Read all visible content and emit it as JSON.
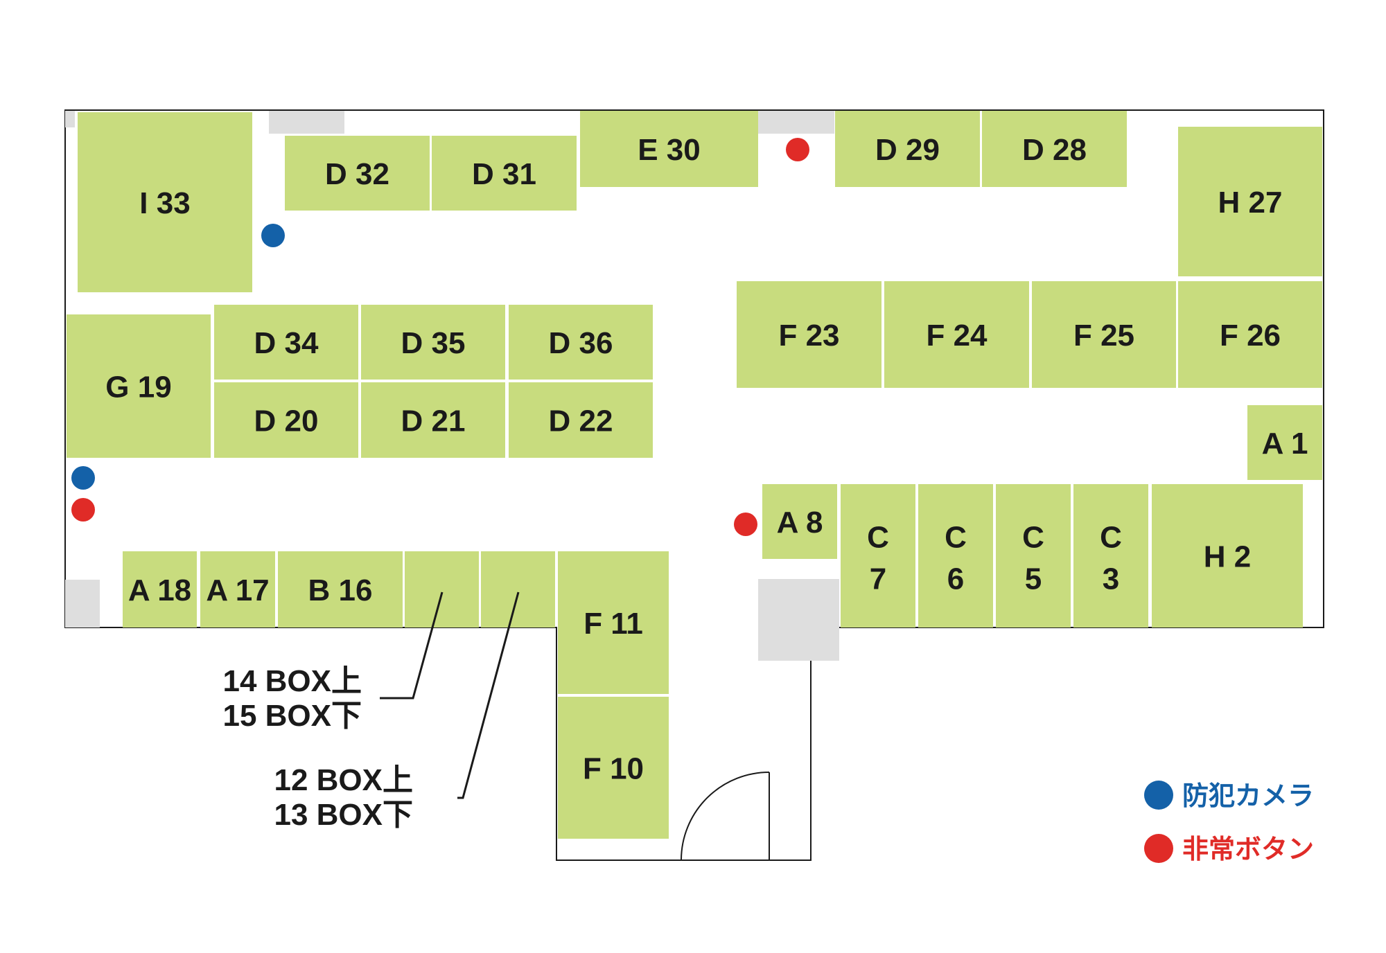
{
  "units": [
    {
      "id": "I33",
      "label": "I 33"
    },
    {
      "id": "D32",
      "label": "D 32"
    },
    {
      "id": "D31",
      "label": "D 31"
    },
    {
      "id": "E30",
      "label": "E 30"
    },
    {
      "id": "D29",
      "label": "D 29"
    },
    {
      "id": "D28",
      "label": "D 28"
    },
    {
      "id": "H27",
      "label": "H 27"
    },
    {
      "id": "G19",
      "label": "G 19"
    },
    {
      "id": "D34",
      "label": "D 34"
    },
    {
      "id": "D35",
      "label": "D 35"
    },
    {
      "id": "D36",
      "label": "D 36"
    },
    {
      "id": "D20",
      "label": "D 20"
    },
    {
      "id": "D21",
      "label": "D 21"
    },
    {
      "id": "D22",
      "label": "D 22"
    },
    {
      "id": "F23",
      "label": "F 23"
    },
    {
      "id": "F24",
      "label": "F 24"
    },
    {
      "id": "F25",
      "label": "F 25"
    },
    {
      "id": "F26",
      "label": "F 26"
    },
    {
      "id": "A1",
      "label": "A 1"
    },
    {
      "id": "A8",
      "label": "A 8"
    },
    {
      "id": "C7",
      "label": "C",
      "label2": "7"
    },
    {
      "id": "C6",
      "label": "C",
      "label2": "6"
    },
    {
      "id": "C5",
      "label": "C",
      "label2": "5"
    },
    {
      "id": "C3",
      "label": "C",
      "label2": "3"
    },
    {
      "id": "H2",
      "label": "H 2"
    },
    {
      "id": "A18",
      "label": "A 18"
    },
    {
      "id": "A17",
      "label": "A 17"
    },
    {
      "id": "B16",
      "label": "B 16"
    },
    {
      "id": "BOX14-15",
      "label": ""
    },
    {
      "id": "BOX12-13",
      "label": ""
    },
    {
      "id": "F11",
      "label": "F 11"
    },
    {
      "id": "F10",
      "label": "F 10"
    }
  ],
  "notes": {
    "box_14_15": {
      "line1": "14 BOX上",
      "line2": "15 BOX下"
    },
    "box_12_13": {
      "line1": "12 BOX上",
      "line2": "13 BOX下"
    }
  },
  "legend": {
    "camera": {
      "label": "防犯カメラ",
      "color": "#1461a8"
    },
    "alarm": {
      "label": "非常ボタン",
      "color": "#e02b27"
    }
  },
  "colors": {
    "unit": "#c8dc7e",
    "fixture": "#dedede",
    "wall": "#1a1a1a"
  },
  "icons": {
    "camera": "blue-dot-icon",
    "alarm": "red-dot-icon",
    "door": "door-swing-icon"
  }
}
